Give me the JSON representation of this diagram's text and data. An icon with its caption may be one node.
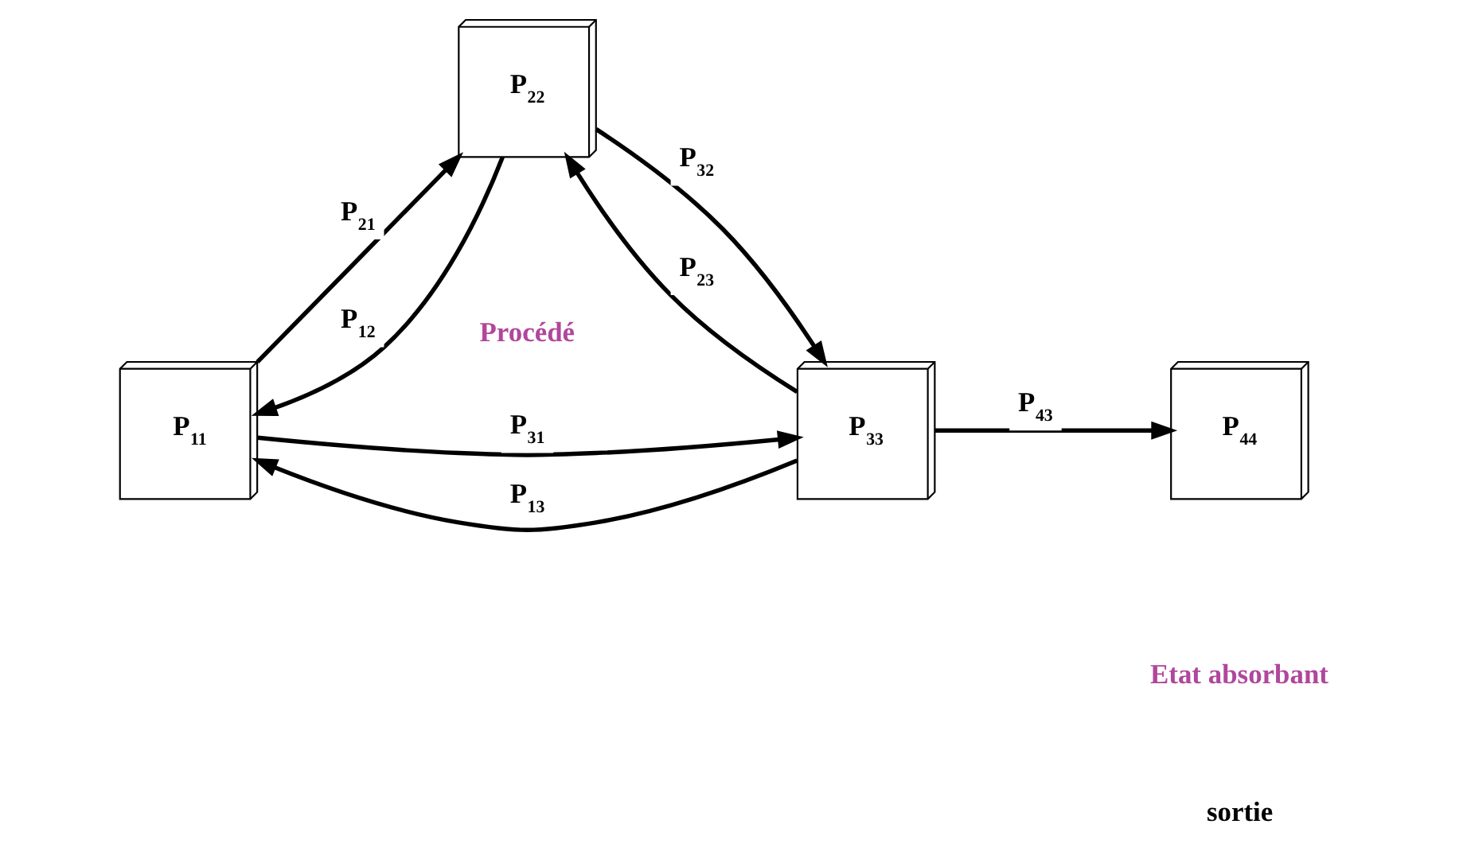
{
  "diagram": {
    "nodes": [
      {
        "text": [
          "P$_{11}$"
        ]
      },
      {
        "text": [
          "P$_{22}$"
        ]
      },
      {
        "text": [
          "P$_{33}$"
        ]
      },
      {
        "text": [
          "P$_{44}$"
        ]
      }
    ],
    "edges": [
      {
        "from": 0,
        "to": 2,
        "arrow": "to",
        "label": "P$_{31}$"
      },
      {
        "from": 0,
        "to": 1,
        "arrow": "to",
        "label": "P$_{21}$"
      },
      {
        "from": 1,
        "to": 2,
        "arrow": "to",
        "label": "P$_{32}$"
      },
      {
        "from": 2,
        "to": 3,
        "arrow": "to",
        "label": "P$_{43}$"
      },
      {
        "from": 1,
        "to": 0,
        "arrow": "to",
        "label": "P$_{12}$"
      },
      {
        "from": 2,
        "to": 1,
        "arrow": "to",
        "label": "P$_{23}$"
      },
      {
        "from": 2,
        "to": 0,
        "arrow": "to",
        "label": "P$_{13}$"
      }
    ],
    "labels": [
      "sortie",
      "Etat absorbant",
      "Procédé"
    ]
  }
}
